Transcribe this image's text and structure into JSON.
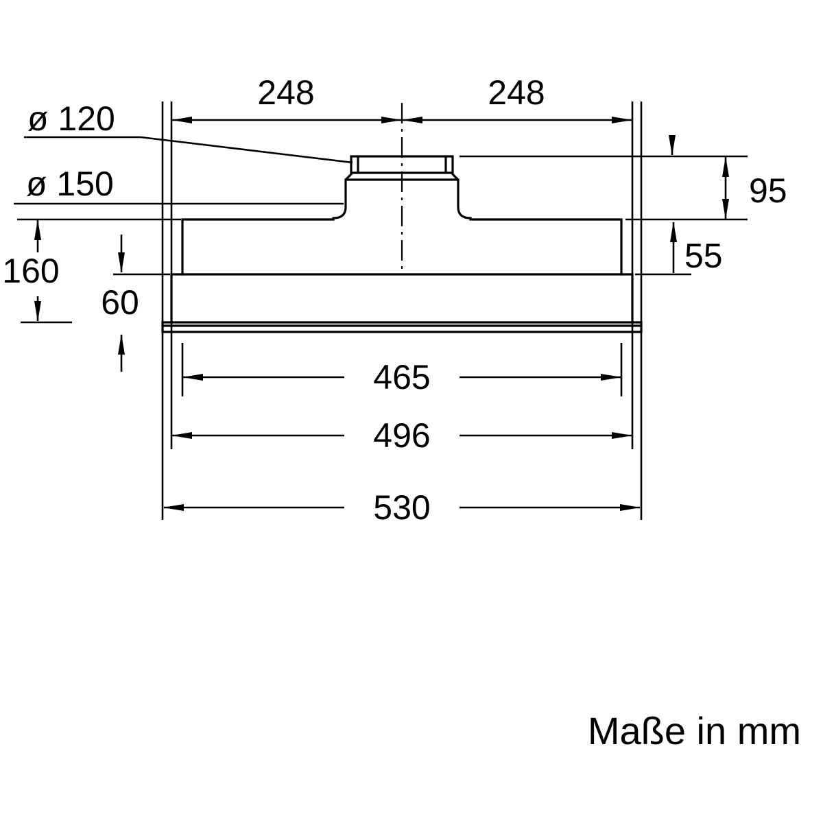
{
  "drawing": {
    "caption": "Maße in mm",
    "dims": {
      "half_width_left": "248",
      "half_width_right": "248",
      "duct_diameter_small": "ø 120",
      "duct_diameter_large": "ø 150",
      "duct_height": "95",
      "body_edge_height": "55",
      "total_height": "160",
      "bottom_section_height": "60",
      "inner_width": "465",
      "niche_width": "496",
      "overall_width": "530"
    }
  }
}
